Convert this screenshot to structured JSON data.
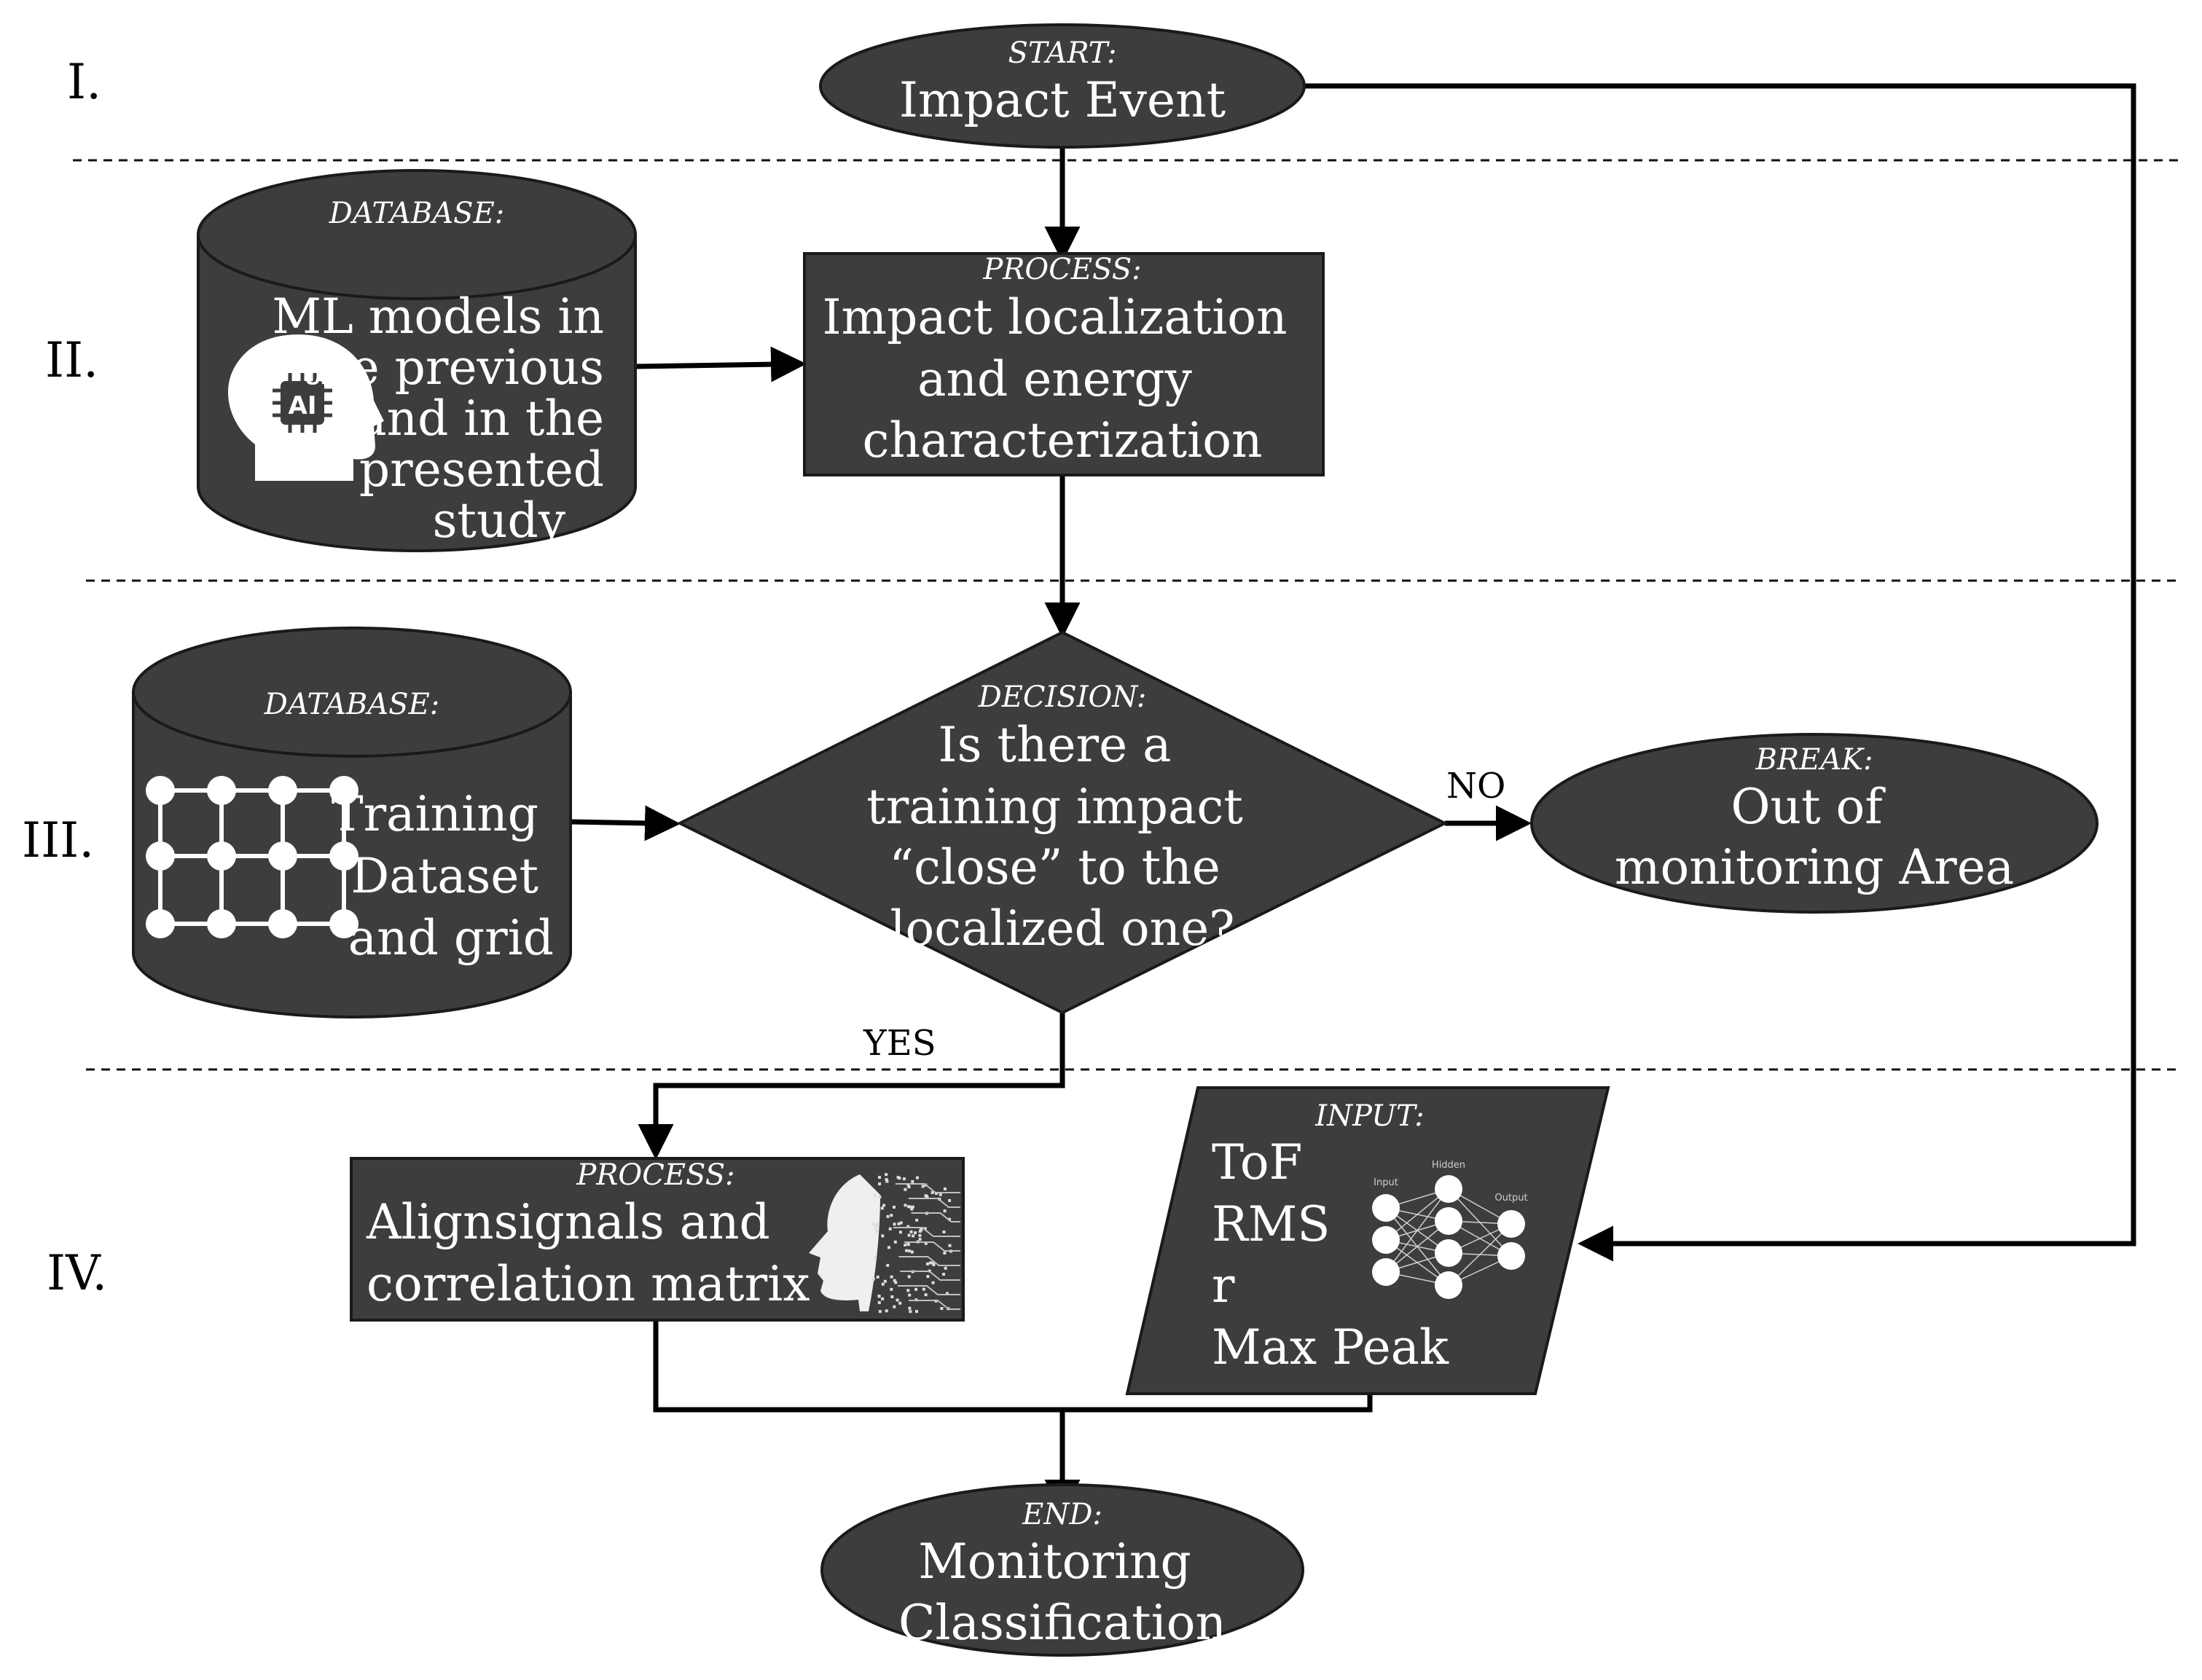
{
  "stages": [
    "I.",
    "II.",
    "III.",
    "IV."
  ],
  "start": {
    "kind": "START:",
    "text": "Impact Event"
  },
  "database_models": {
    "kind": "DATABASE:",
    "lines": [
      "ML models in",
      "the previous",
      "and in the",
      "presented",
      "study"
    ],
    "icon": "ai-head-icon",
    "icon_text": "AI"
  },
  "process_localization": {
    "kind": "PROCESS:",
    "lines": [
      "Impact localization",
      "and energy",
      "characterization"
    ]
  },
  "database_training": {
    "kind": "DATABASE:",
    "lines": [
      "Training",
      "Dataset",
      "and grid"
    ],
    "icon": "grid-icon"
  },
  "decision": {
    "kind": "DECISION:",
    "lines": [
      "Is there a",
      "training impact",
      "“close” to the",
      "localized one?"
    ]
  },
  "branch_no": "NO",
  "branch_yes": "YES",
  "break": {
    "kind": "BREAK:",
    "lines": [
      "Out of",
      "monitoring Area"
    ]
  },
  "process_align": {
    "kind": "PROCESS:",
    "lines": [
      "Alignsignals and",
      "correlation matrix"
    ],
    "icon": "digital-face-icon"
  },
  "input": {
    "kind": "INPUT:",
    "lines": [
      "ToF",
      "RMS",
      "r",
      "Max Peak"
    ],
    "icon": "neural-network-icon",
    "nn_labels": {
      "input": "Input",
      "hidden": "Hidden",
      "output": "Output"
    }
  },
  "end": {
    "kind": "END:",
    "lines": [
      "Monitoring",
      "Classification"
    ]
  },
  "colors": {
    "shape_fill": "#3d3d3d",
    "text": "#ffffff",
    "lines": "#000000"
  }
}
